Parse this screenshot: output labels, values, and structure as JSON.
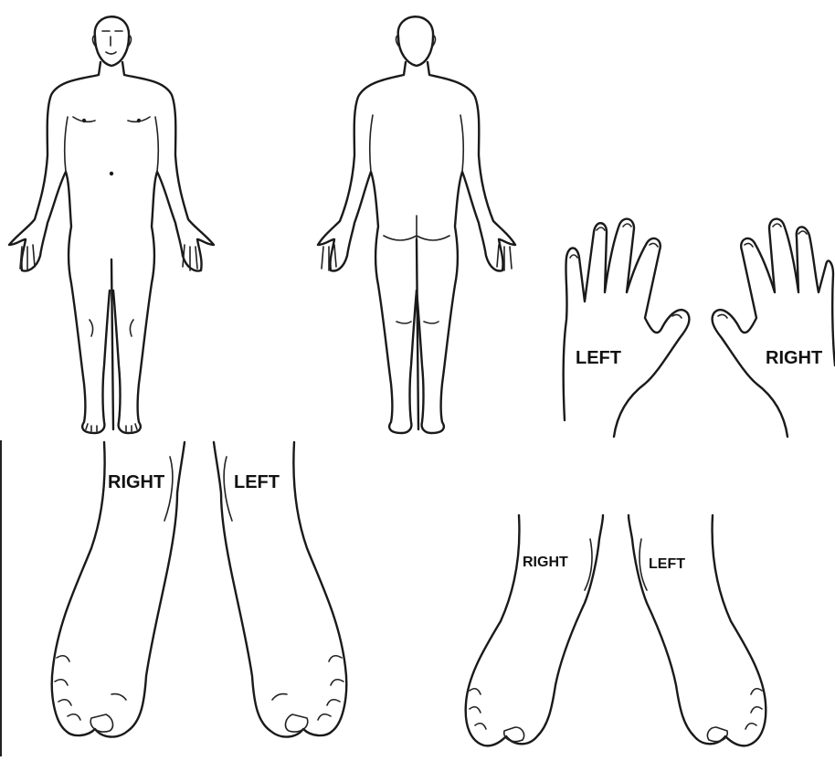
{
  "diagram": {
    "hands": {
      "left_label": "LEFT",
      "right_label": "RIGHT"
    },
    "feet_large": {
      "right_label": "RIGHT",
      "left_label": "LEFT"
    },
    "feet_small": {
      "right_label": "RIGHT",
      "left_label": "LEFT"
    },
    "line_color": "#1a1a1a",
    "background": "#ffffff"
  }
}
